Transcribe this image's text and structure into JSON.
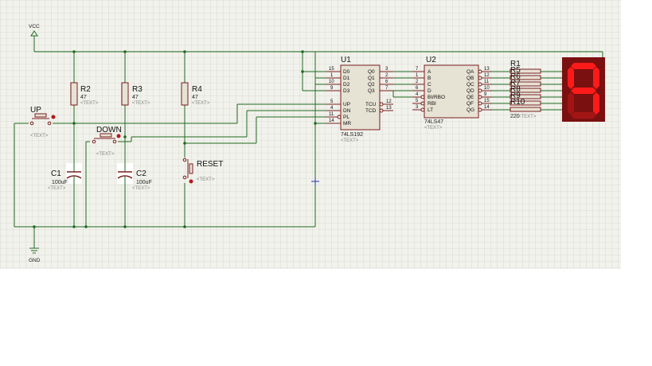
{
  "power": {
    "vcc": "VCC",
    "gnd": "GND"
  },
  "buttons": {
    "up": "UP",
    "down": "DOWN",
    "reset": "RESET"
  },
  "placeholder_text": "<TEXT>",
  "resistors": [
    {
      "ref": "R2",
      "value": "47"
    },
    {
      "ref": "R3",
      "value": "47"
    },
    {
      "ref": "R4",
      "value": "47"
    }
  ],
  "capacitors": [
    {
      "ref": "C1",
      "value": "100uF"
    },
    {
      "ref": "C2",
      "value": "100uF"
    }
  ],
  "u1": {
    "ref": "U1",
    "part": "74LS192",
    "left_pins": [
      {
        "num": "15",
        "name": "D0"
      },
      {
        "num": "1",
        "name": "D1"
      },
      {
        "num": "10",
        "name": "D2"
      },
      {
        "num": "9",
        "name": "D3"
      },
      {
        "num": "5",
        "name": "UP"
      },
      {
        "num": "4",
        "name": "DN"
      },
      {
        "num": "11",
        "name": "PL"
      },
      {
        "num": "14",
        "name": "MR"
      }
    ],
    "right_pins": [
      {
        "num": "3",
        "name": "Q0"
      },
      {
        "num": "2",
        "name": "Q1"
      },
      {
        "num": "6",
        "name": "Q2"
      },
      {
        "num": "7",
        "name": "Q3"
      },
      {
        "num": "12",
        "name": "TCU"
      },
      {
        "num": "13",
        "name": "TCD"
      }
    ]
  },
  "u2": {
    "ref": "U2",
    "part": "74LS47",
    "left_pins": [
      {
        "num": "7",
        "name": "A"
      },
      {
        "num": "1",
        "name": "B"
      },
      {
        "num": "2",
        "name": "C"
      },
      {
        "num": "6",
        "name": "D"
      },
      {
        "num": "4",
        "name": "BI/RBO"
      },
      {
        "num": "5",
        "name": "RBI"
      },
      {
        "num": "3",
        "name": "LT"
      }
    ],
    "right_pins": [
      {
        "num": "13",
        "name": "QA"
      },
      {
        "num": "12",
        "name": "QB"
      },
      {
        "num": "11",
        "name": "QC"
      },
      {
        "num": "10",
        "name": "QD"
      },
      {
        "num": "9",
        "name": "QE"
      },
      {
        "num": "15",
        "name": "QF"
      },
      {
        "num": "14",
        "name": "QG"
      }
    ]
  },
  "segment_resistors": {
    "refs": [
      "R1",
      "R5",
      "R6",
      "R7",
      "R8",
      "R9",
      "R10"
    ],
    "value": "220"
  },
  "display": {
    "digit": "9",
    "color": "#ff1a1a",
    "background": "#7a1010"
  }
}
